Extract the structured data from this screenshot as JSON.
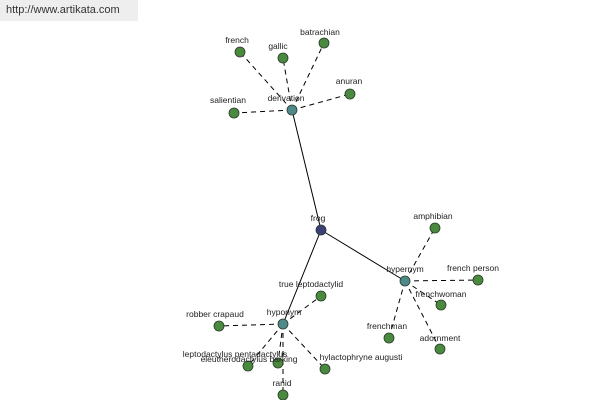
{
  "source_url": "http://www.artikata.com",
  "colors": {
    "root": "#3b3f7a",
    "relation": "#4f8a8a",
    "leaf": "#4a8a3e"
  },
  "graph": {
    "root": {
      "id": "frog",
      "label": "frog"
    },
    "relations": [
      {
        "id": "derivation",
        "label": "derivation",
        "parent": "frog"
      },
      {
        "id": "hypernym",
        "label": "hypernym",
        "parent": "frog"
      },
      {
        "id": "hyponym",
        "label": "hyponym",
        "parent": "frog"
      }
    ],
    "leaves": [
      {
        "id": "french",
        "label": "french",
        "parent": "derivation"
      },
      {
        "id": "gallic",
        "label": "gallic",
        "parent": "derivation"
      },
      {
        "id": "batrachian",
        "label": "batrachian",
        "parent": "derivation"
      },
      {
        "id": "anuran",
        "label": "anuran",
        "parent": "derivation"
      },
      {
        "id": "salientian",
        "label": "salientian",
        "parent": "derivation"
      },
      {
        "id": "amphibian",
        "label": "amphibian",
        "parent": "hypernym"
      },
      {
        "id": "french-person",
        "label": "french person",
        "parent": "hypernym"
      },
      {
        "id": "frenchwoman",
        "label": "frenchwoman",
        "parent": "hypernym"
      },
      {
        "id": "frenchman",
        "label": "frenchman",
        "parent": "hypernym"
      },
      {
        "id": "adornment",
        "label": "adornment",
        "parent": "hypernym"
      },
      {
        "id": "true-leptodactylid",
        "label": "true leptodactylid",
        "parent": "hyponym"
      },
      {
        "id": "robber-crapaud",
        "label": "robber crapaud",
        "parent": "hyponym"
      },
      {
        "id": "leptodactylus-pentadactylus",
        "label": "leptodactylus pentadactylus",
        "parent": "hyponym"
      },
      {
        "id": "eleutherodactylus-barking",
        "label": "eleutherodactylus barking",
        "parent": "hyponym"
      },
      {
        "id": "hylactophryne-augusti",
        "label": "hylactophryne augusti",
        "parent": "hyponym"
      },
      {
        "id": "ranid",
        "label": "ranid",
        "parent": "hyponym"
      }
    ]
  }
}
